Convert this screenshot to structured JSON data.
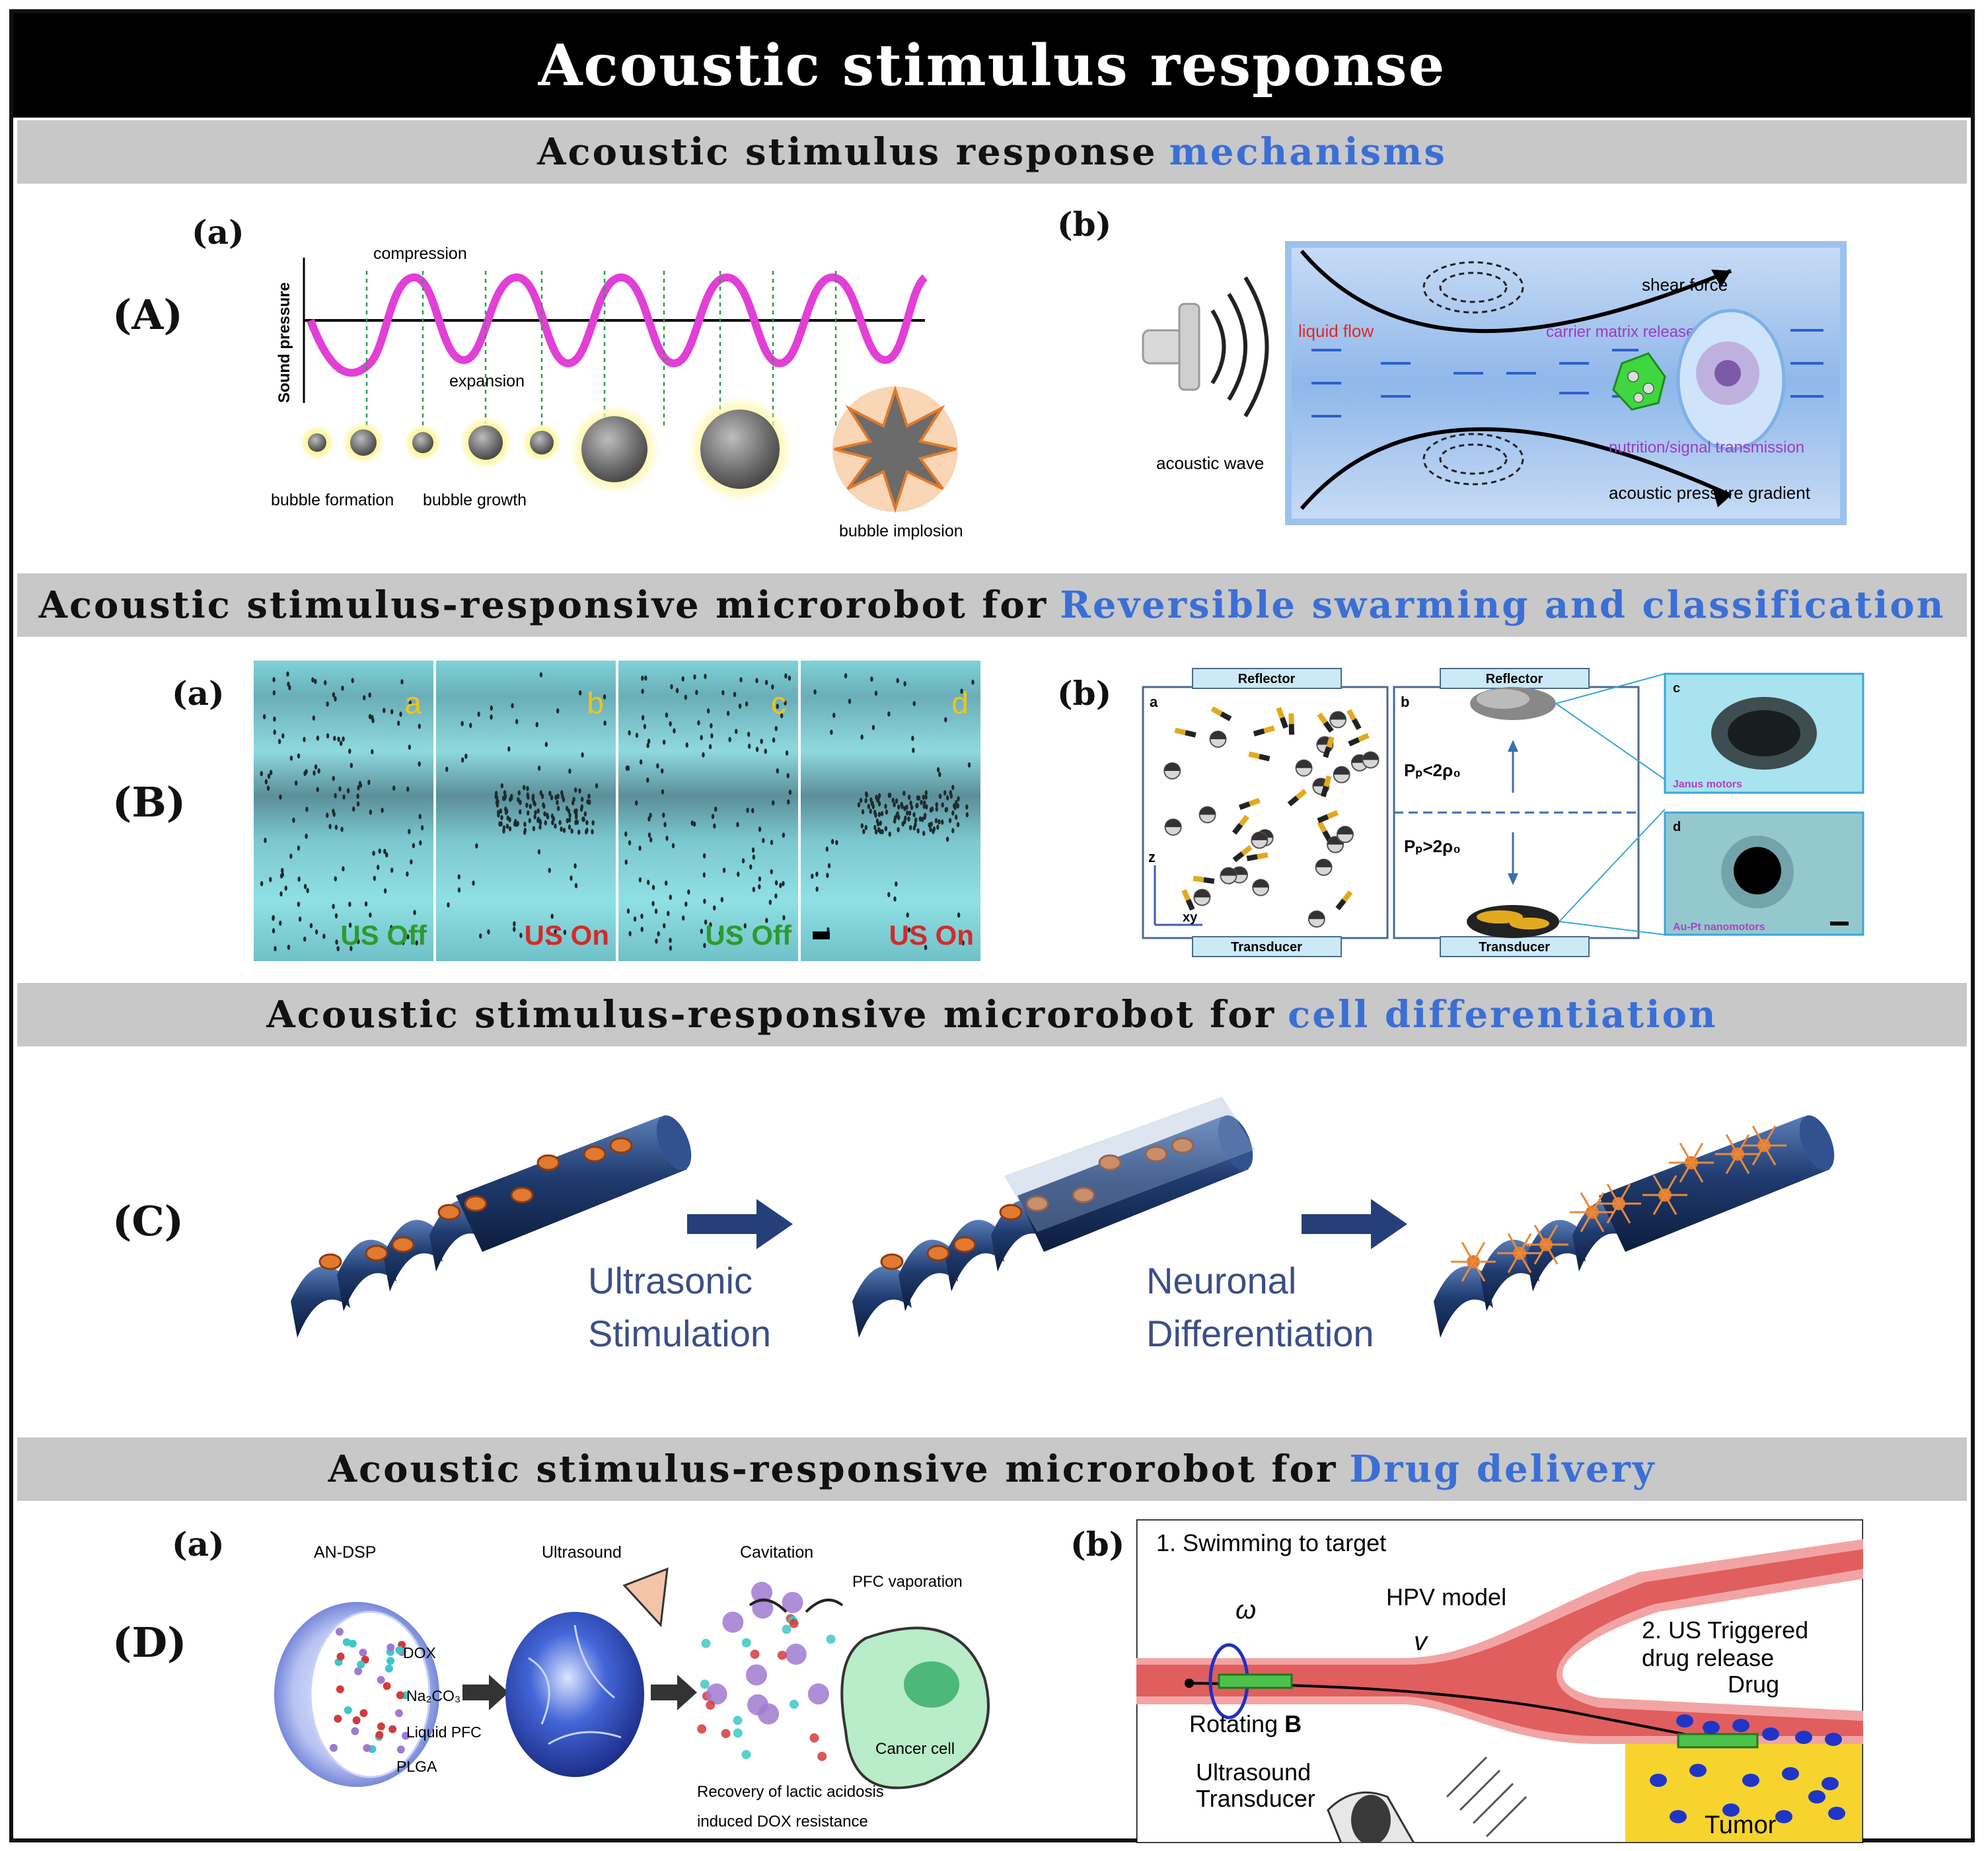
{
  "title": "Acoustic stimulus response",
  "sections": {
    "mechanisms": {
      "prefix": "Acoustic  stimulus response",
      "highlight": "mechanisms"
    },
    "swarming": {
      "prefix": "Acoustic  stimulus-responsive microrobot for",
      "highlight": "Reversible swarming and classification"
    },
    "differentiation": {
      "prefix": "Acoustic stimulus-responsive microrobot for",
      "highlight": "cell differentiation"
    },
    "delivery": {
      "prefix": "Acoustic stimulus-responsive microrobot for",
      "highlight": "Drug delivery"
    }
  },
  "row_labels": {
    "A": "(A)",
    "B": "(B)",
    "C": "(C)",
    "D": "(D)"
  },
  "sub_labels": {
    "a": "(a)",
    "b": "(b)"
  },
  "panel_A_a": {
    "y_axis": "Sound pressure",
    "compression": "compression",
    "expansion": "expansion",
    "bubble_formation": "bubble formation",
    "bubble_growth": "bubble growth",
    "bubble_implosion": "bubble implosion"
  },
  "panel_A_b": {
    "acoustic_wave": "acoustic wave",
    "liquid_flow": "liquid flow",
    "shear_force": "shear force",
    "carrier_release": "carrier matrix release",
    "nutrition": "nutrition/signal transmission",
    "gradient": "acoustic pressure gradient"
  },
  "panel_B_a": {
    "frames": [
      {
        "letter": "a",
        "state": "US Off",
        "state_color": "#2e9a2e"
      },
      {
        "letter": "b",
        "state": "US On",
        "state_color": "#d42a2a"
      },
      {
        "letter": "c",
        "state": "US Off",
        "state_color": "#2e9a2e"
      },
      {
        "letter": "d",
        "state": "US On",
        "state_color": "#d42a2a"
      }
    ]
  },
  "panel_B_b": {
    "reflector": "Reflector",
    "transducer": "Transducer",
    "a": "a",
    "b": "b",
    "c": "c",
    "d": "d",
    "cond_low": "Pₚ<2ρ₀",
    "cond_high": "Pₚ>2ρ₀",
    "janus": "Janus motors",
    "aupt": "Au-Pt nanomotors",
    "axis_z": "z",
    "axis_xy": "xy"
  },
  "panel_C": {
    "ultra_1": "Ultrasonic",
    "ultra_2": "Stimulation",
    "neuro_1": "Neuronal",
    "neuro_2": "Differentiation"
  },
  "panel_D_a": {
    "andsp": "AN-DSP",
    "ultrasound": "Ultrasound",
    "cavitation": "Cavitation",
    "pfc_vap": "PFC vaporation",
    "dox": "DOX",
    "na2co3": "Na₂CO₃",
    "liquid_pfc": "Liquid PFC",
    "plga": "PLGA",
    "cancer_cell": "Cancer cell",
    "recovery_1": "Recovery of lactic acidosis",
    "recovery_2": "induced DOX resistance"
  },
  "panel_D_b": {
    "step1": "1. Swimming to target",
    "omega": "ω",
    "hpv": "HPV model",
    "v": "v",
    "step2_1": "2. US Triggered",
    "step2_2": "drug release",
    "drug": "Drug",
    "rotating": "Rotating ",
    "rotating_b": "B",
    "us_1": "Ultrasound",
    "us_2": "Transducer",
    "tumor": "Tumor"
  }
}
